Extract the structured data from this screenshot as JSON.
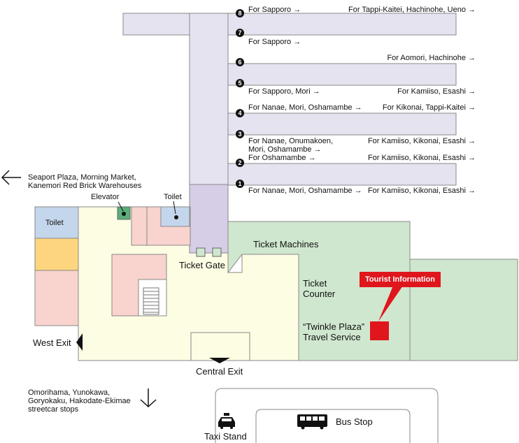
{
  "tracks": [
    {
      "number": "8",
      "left": "For Sapporo →",
      "right": "For Tappi-Kaitei, Hachinohe, Ueno →"
    },
    {
      "number": "7",
      "left": "For Sapporo →",
      "right": ""
    },
    {
      "number": "6",
      "left": "",
      "right": "For Aomori, Hachinohe →"
    },
    {
      "number": "5",
      "left": "For Sapporo, Mori →",
      "right": "For Kamiiso, Esashi →"
    },
    {
      "number": "4",
      "left": "For Nanae, Mori, Oshamambe →",
      "right": "For Kikonai, Tappi-Kaitei →"
    },
    {
      "number": "3",
      "left": "For Nanae, Onumakoen,\nMori, Oshamambe →",
      "right": "For Kamiiso, Kikonai, Esashi →"
    },
    {
      "number": "2",
      "left": "For Oshamambe →",
      "right": "For Kamiiso, Kikonai, Esashi →"
    },
    {
      "number": "1",
      "left": "For Nanae, Mori, Oshamambe →",
      "right": "For Kamiiso, Kikonai, Esashi →"
    }
  ],
  "places": {
    "seaport": "Seaport Plaza, Morning Market,\nKanemori Red Brick Warehouses",
    "elevator": "Elevator",
    "toilet_top": "Toilet",
    "toilet_left": "Toilet",
    "ticket_machines": "Ticket Machines",
    "ticket_gate": "Ticket Gate",
    "ticket_counter": "Ticket\nCounter",
    "tourist_info": "Tourist Information",
    "twinkle": "“Twinkle Plaza”\nTravel Service",
    "west_exit": "West Exit",
    "central_exit": "Central Exit",
    "streetcar": "Omorihama, Yunokawa,\nGoryokaku, Hakodate-Ekimae\nstreetcar stops",
    "bus_stop": "Bus Stop",
    "taxi_stand": "Taxi Stand"
  },
  "colors": {
    "platform": "#e6e3f0",
    "concourse": "#d6cde6",
    "station_floor": "#fdfde4",
    "ticket_area": "#cfe7cf",
    "shop_pink": "#f9d3cd",
    "toilet_blue": "#c4d6ec",
    "shop_yellow": "#fcd57e",
    "elevator_green": "#5aae7a",
    "tourist_red": "#e0161d",
    "outline": "#888888"
  }
}
